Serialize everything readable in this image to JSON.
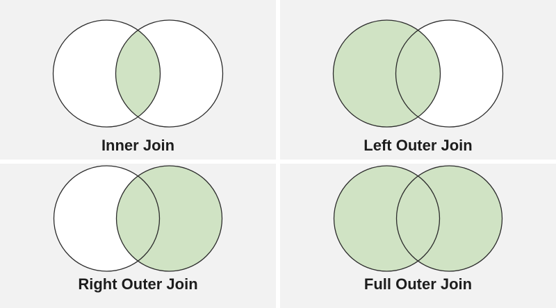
{
  "page": {
    "background": "#f2f2f2",
    "divider_color": "#ffffff"
  },
  "colors": {
    "shaded_green": "#d0e3c4",
    "unshaded_white": "#ffffff",
    "circle_stroke": "#2b2b2b",
    "label_text": "#1d1d1d"
  },
  "cells": [
    {
      "label": "Inner Join",
      "left_fill": "#ffffff",
      "right_fill": "#ffffff",
      "intersection_fill": "#d0e3c4"
    },
    {
      "label": "Left Outer Join",
      "left_fill": "#d0e3c4",
      "right_fill": "#ffffff",
      "intersection_fill": "#d0e3c4"
    },
    {
      "label": "Right Outer Join",
      "left_fill": "#ffffff",
      "right_fill": "#d0e3c4",
      "intersection_fill": "#d0e3c4"
    },
    {
      "label": "Full Outer Join",
      "left_fill": "#d0e3c4",
      "right_fill": "#d0e3c4",
      "intersection_fill": "#d0e3c4"
    }
  ]
}
